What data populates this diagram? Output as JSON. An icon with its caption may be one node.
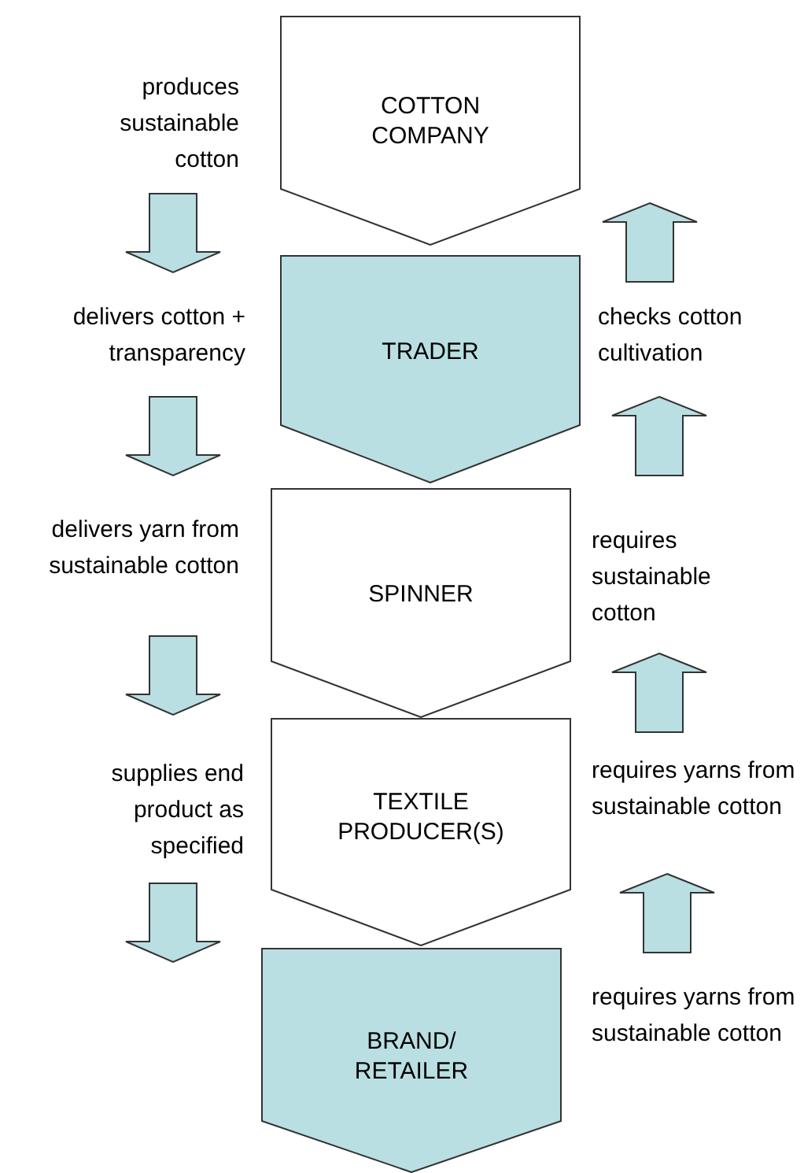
{
  "diagram": {
    "nodes": [
      {
        "text": [
          "COTTON COMPANY"
        ]
      },
      {
        "text": [
          "TRADER"
        ]
      },
      {
        "text": [
          "SPINNER"
        ]
      },
      {
        "text": [
          "TEXTILE PRODUCER(S)"
        ]
      },
      {
        "text": [
          "BRAND/ RETAILER"
        ]
      }
    ],
    "labels": [
      "produces sustainable cotton",
      "delivers cotton + transparency",
      "checks cotton cultivation",
      "delivers yarn from sustainable cotton",
      "requires sustainable cotton",
      "supplies end product as specified",
      "requires yarns from sustainable cotton",
      "requires yarns from sustainable cotton"
    ]
  }
}
